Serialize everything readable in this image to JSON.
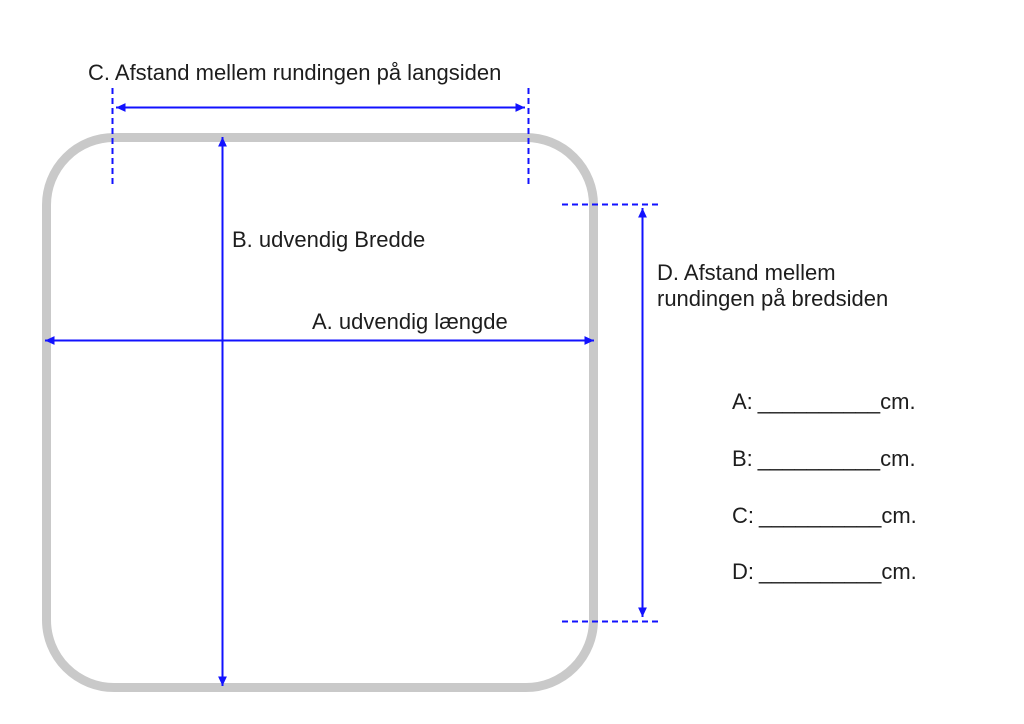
{
  "colors": {
    "dimension_blue": "#1212ff",
    "shape_gray": "#c9c9c9",
    "text_black": "#1d1d1d",
    "background": "#ffffff"
  },
  "diagram": {
    "shape": "rounded-rectangle-outline",
    "dimension_c_label": "C. Afstand mellem rundingen på langsiden",
    "dimension_b_label": "B. udvendig Bredde",
    "dimension_a_label": "A. udvendig længde",
    "dimension_d_label_line1": "D. Afstand mellem",
    "dimension_d_label_line2": "rundingen på bredsiden"
  },
  "form": {
    "rows": [
      {
        "label": "A:",
        "blank": "__________",
        "unit": "cm."
      },
      {
        "label": "B:",
        "blank": "__________",
        "unit": "cm."
      },
      {
        "label": "C:",
        "blank": "__________",
        "unit": "cm."
      },
      {
        "label": "D:",
        "blank": "__________",
        "unit": "cm."
      }
    ]
  }
}
